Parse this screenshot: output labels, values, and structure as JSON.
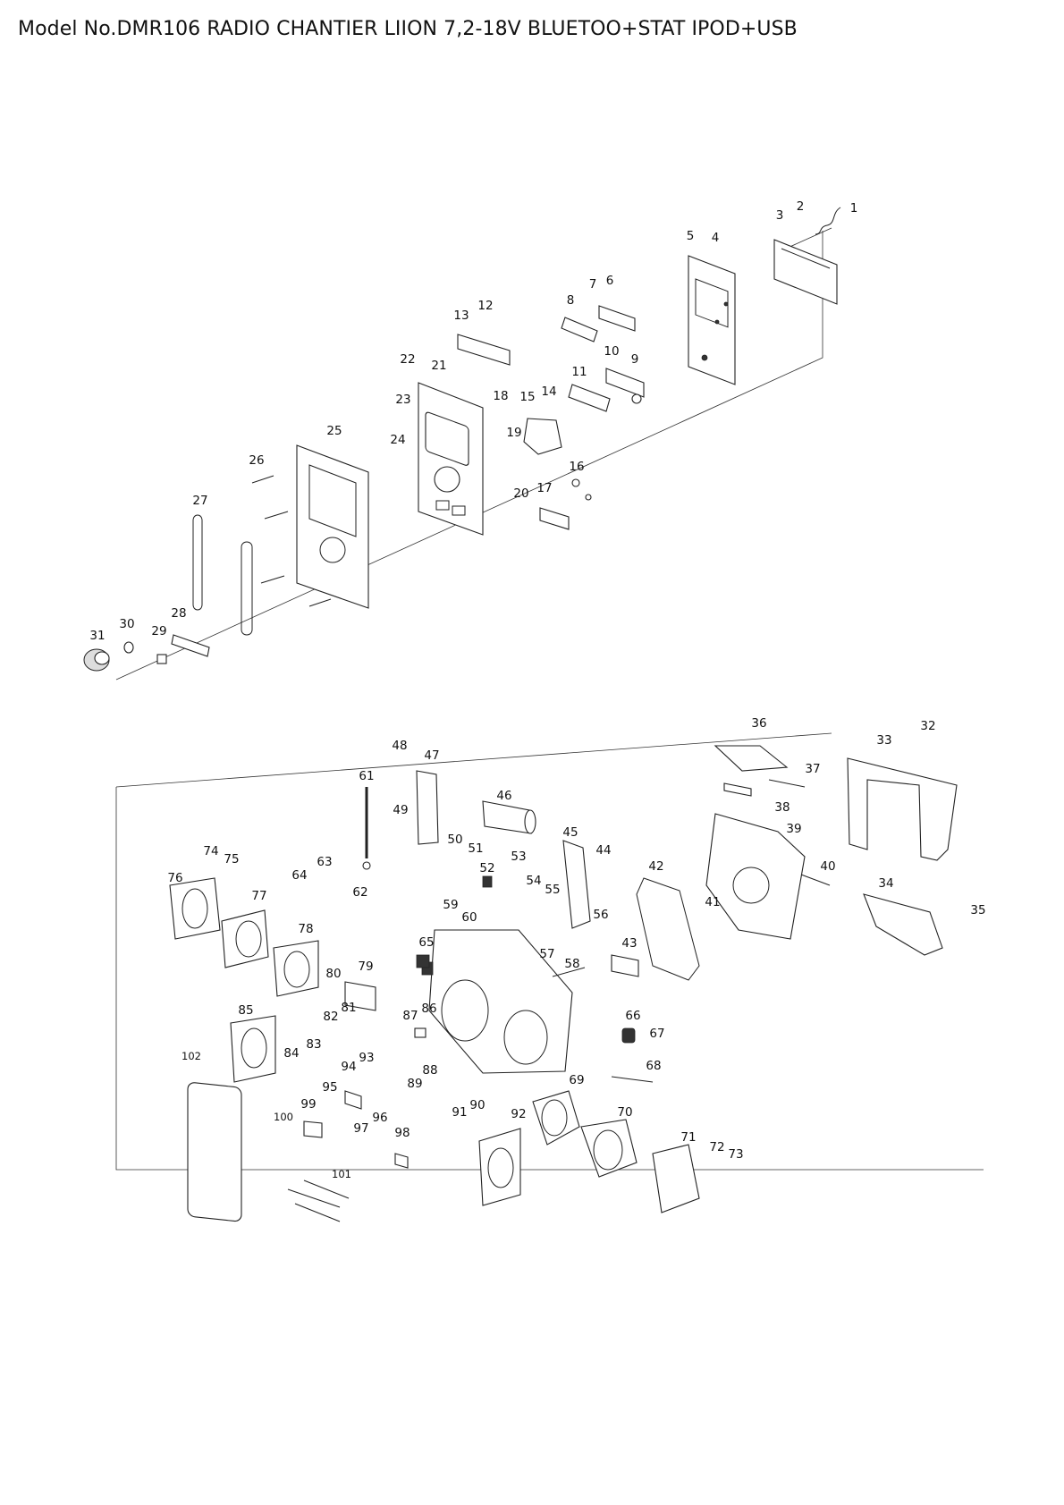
{
  "title": "Model No.DMR106 RADIO CHANTIER LIION 7,2-18V BLUETOO+STAT IPOD+USB",
  "callouts": [
    "1",
    "2",
    "3",
    "4",
    "5",
    "6",
    "7",
    "8",
    "9",
    "10",
    "11",
    "12",
    "13",
    "14",
    "15",
    "16",
    "17",
    "18",
    "19",
    "20",
    "21",
    "22",
    "23",
    "24",
    "25",
    "26",
    "27",
    "28",
    "29",
    "30",
    "31",
    "32",
    "33",
    "34",
    "35",
    "36",
    "37",
    "38",
    "39",
    "40",
    "41",
    "42",
    "43",
    "44",
    "45",
    "46",
    "47",
    "48",
    "49",
    "50",
    "51",
    "52",
    "53",
    "54",
    "55",
    "56",
    "57",
    "58",
    "59",
    "60",
    "61",
    "62",
    "63",
    "64",
    "65",
    "66",
    "67",
    "68",
    "69",
    "70",
    "71",
    "72",
    "73",
    "74",
    "75",
    "76",
    "77",
    "78",
    "79",
    "80",
    "81",
    "82",
    "83",
    "84",
    "85",
    "86",
    "87",
    "88",
    "89",
    "90",
    "91",
    "92",
    "93",
    "94",
    "95",
    "96",
    "97",
    "98",
    "99",
    "100",
    "101",
    "102"
  ]
}
